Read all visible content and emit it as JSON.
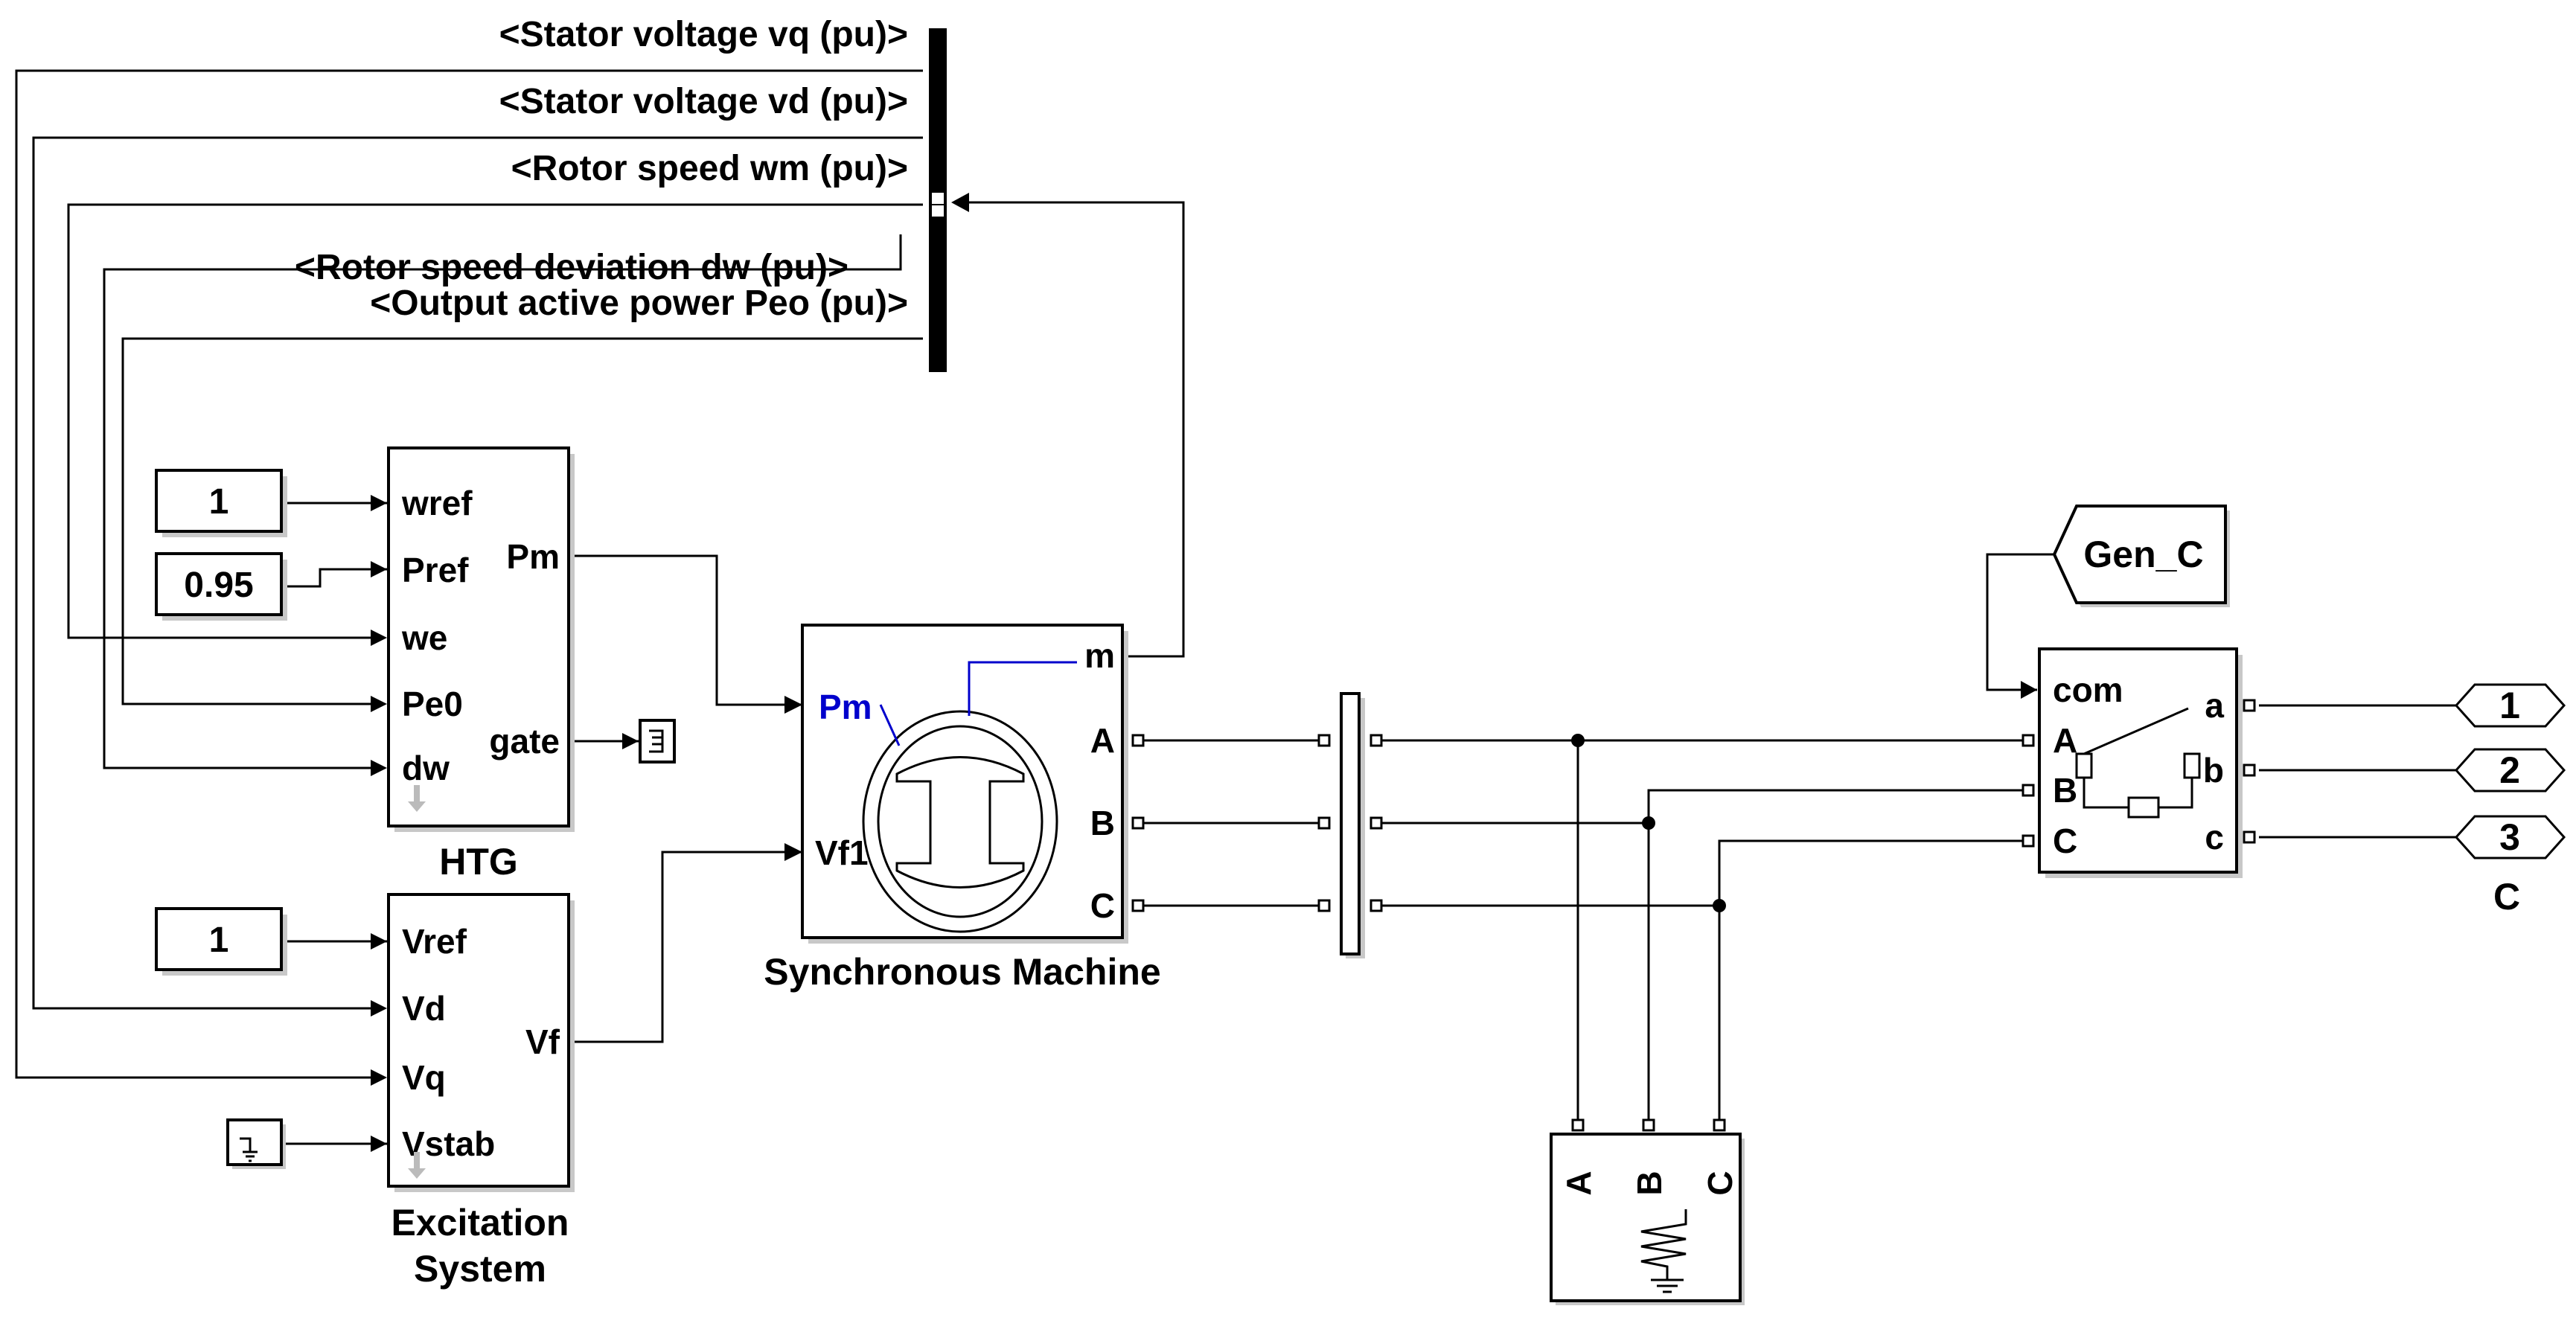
{
  "bus_selector": {
    "signals": [
      "<Stator voltage  vq (pu)>",
      "<Stator voltage  vd (pu)>",
      "<Rotor speed  wm  (pu)>",
      "<Rotor speed deviation  dw (pu)>",
      "<Output active power   Peo (pu)>"
    ]
  },
  "constants": {
    "wref_value": "1",
    "pref_value": "0.95",
    "vref_value": "1"
  },
  "htg": {
    "name": "HTG",
    "inputs": [
      "wref",
      "Pref",
      "we",
      "Pe0",
      "dw"
    ],
    "outputs": [
      "Pm",
      "gate"
    ]
  },
  "excitation": {
    "name_line1": "Excitation",
    "name_line2": "System",
    "inputs": [
      "Vref",
      "Vd",
      "Vq",
      "Vstab"
    ],
    "output": "Vf"
  },
  "machine": {
    "name": "Synchronous Machine",
    "inputs": [
      "Pm",
      "Vf1"
    ],
    "outputs": [
      "m",
      "A",
      "B",
      "C"
    ],
    "pm_color": "#0000cc"
  },
  "breaker": {
    "goto_tag": "Gen_C",
    "inputs": [
      "com",
      "A",
      "B",
      "C"
    ],
    "outputs": [
      "a",
      "b",
      "c"
    ]
  },
  "outports": {
    "labels": [
      "1",
      "2",
      "3"
    ],
    "caption": "C"
  },
  "load": {
    "ports": [
      "A",
      "B",
      "C"
    ]
  }
}
